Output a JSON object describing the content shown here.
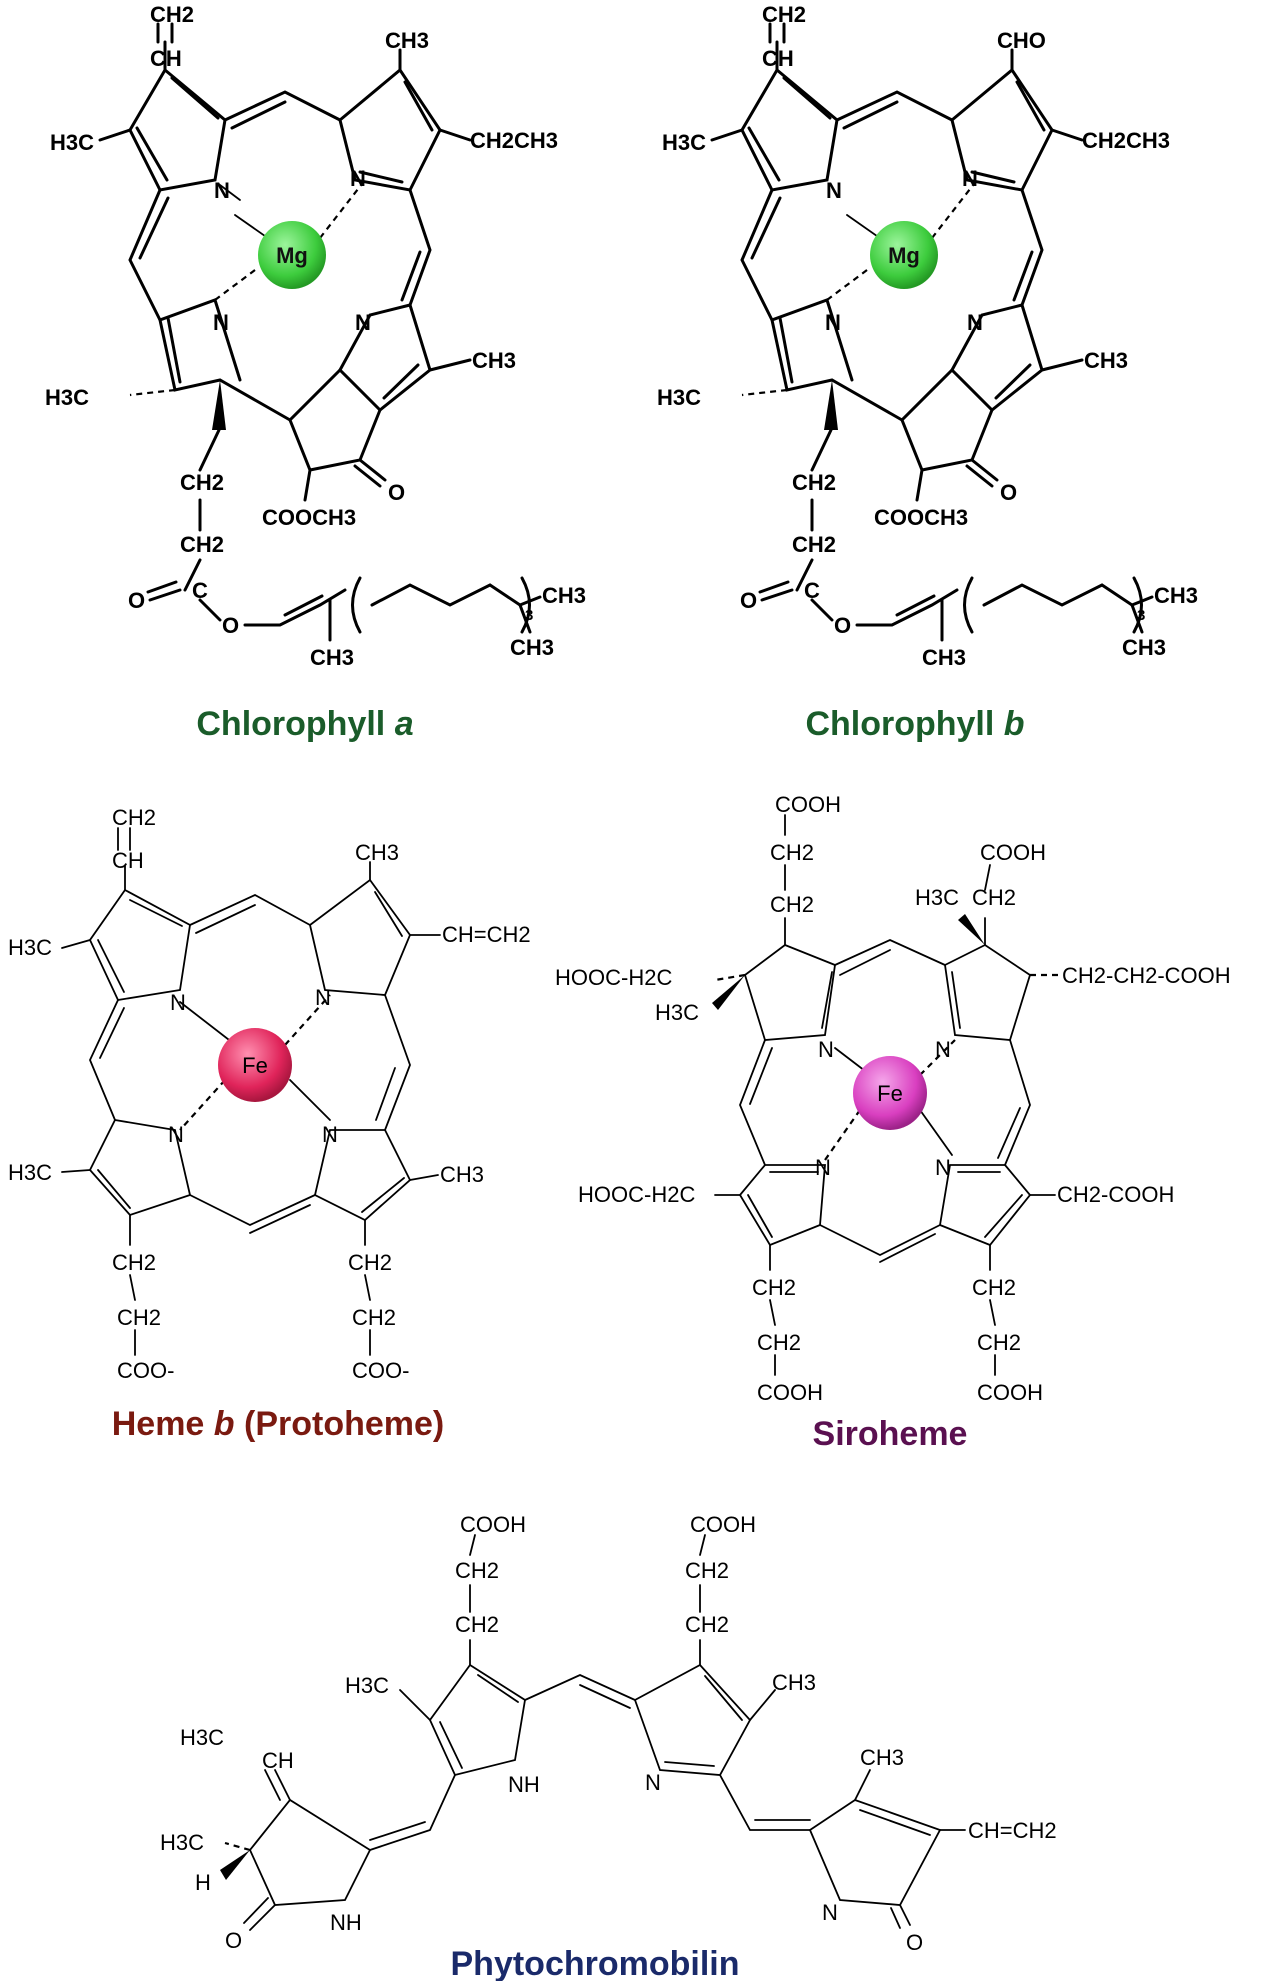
{
  "panels": {
    "chl_a": {
      "caption_main": "Chlorophyll ",
      "caption_italic": "a",
      "caption_color": "#1a5c2a",
      "metal": "Mg",
      "metal_color": "#3dcc3d",
      "labels": {
        "vinyl_top": "CH2",
        "vinyl_ch": "CH",
        "me_left": "H3C",
        "me_top_right": "CH3",
        "ethyl": "CH2CH3",
        "n1": "N",
        "n2": "N",
        "n3": "N",
        "n4": "N",
        "me_right_low": "CH3",
        "me_left_low": "H3C",
        "ketone_o": "O",
        "ester": "COOCH3",
        "ch2_a": "CH2",
        "ch2_b": "CH2",
        "c_ester": "C",
        "o_carbonyl": "O",
        "o_ester": "O",
        "phytyl_me": "CH3",
        "phytyl_end1": "CH3",
        "phytyl_end2": "CH3",
        "repeat": "3"
      }
    },
    "chl_b": {
      "caption_main": "Chlorophyll ",
      "caption_italic": "b",
      "caption_color": "#1a5c2a",
      "metal": "Mg",
      "metal_color": "#3dcc3d",
      "labels": {
        "vinyl_top": "CH2",
        "vinyl_ch": "CH",
        "me_left": "H3C",
        "cho": "CHO",
        "ethyl": "CH2CH3",
        "n1": "N",
        "n2": "N",
        "n3": "N",
        "n4": "N",
        "me_right_low": "CH3",
        "me_left_low": "H3C",
        "ketone_o": "O",
        "ester": "COOCH3",
        "ch2_a": "CH2",
        "ch2_b": "CH2",
        "c_ester": "C",
        "o_carbonyl": "O",
        "o_ester": "O",
        "phytyl_me": "CH3",
        "phytyl_end1": "CH3",
        "phytyl_end2": "CH3",
        "repeat": "3"
      }
    },
    "heme_b": {
      "caption_main": "Heme ",
      "caption_italic": "b",
      "caption_rest": " (Protoheme)",
      "caption_color": "#7a1a10",
      "metal": "Fe",
      "metal_color": "#e0245a",
      "labels": {
        "vinyl_top": "CH2",
        "vinyl_ch": "CH",
        "me_top_right": "CH3",
        "vinyl_right": "CH=CH2",
        "me_left": "H3C",
        "me_left_low": "H3C",
        "me_right_low": "CH3",
        "n1": "N",
        "n2": "N",
        "n3": "N",
        "n4": "N",
        "ch2_l1": "CH2",
        "ch2_l2": "CH2",
        "coo_l": "COO-",
        "ch2_r1": "CH2",
        "ch2_r2": "CH2",
        "coo_r": "COO-"
      }
    },
    "siroheme": {
      "caption_main": "Siroheme",
      "caption_color": "#5a1050",
      "metal": "Fe",
      "metal_color": "#d93fc0",
      "labels": {
        "cooh_top": "COOH",
        "ch2_t1": "CH2",
        "ch2_t2": "CH2",
        "cooh_tr": "COOH",
        "me_tr": "H3C",
        "ch2_tr": "CH2",
        "left_chain": "HOOC-H2C",
        "me_l": "H3C",
        "right_chain": "CH2-CH2-COOH",
        "left_low_chain": "HOOC-H2C",
        "right_low_chain": "CH2-COOH",
        "n1": "N",
        "n2": "N",
        "n3": "N",
        "n4": "N",
        "ch2_bl1": "CH2",
        "ch2_bl2": "CH2",
        "cooh_bl": "COOH",
        "ch2_br1": "CH2",
        "ch2_br2": "CH2",
        "cooh_br": "COOH"
      }
    },
    "phyto": {
      "caption_main": "Phytochromobilin",
      "caption_color": "#1a2a6a",
      "labels": {
        "cooh_l": "COOH",
        "ch2_l1": "CH2",
        "ch2_l2": "CH2",
        "cooh_r": "COOH",
        "ch2_r1": "CH2",
        "ch2_r2": "CH2",
        "me_l": "H3C",
        "me_r": "CH3",
        "nh_mid": "NH",
        "n_mid": "N",
        "ethylidene_me": "H3C",
        "ethylidene_ch": "CH",
        "me_a": "H3C",
        "h_a": "H",
        "nh_a": "NH",
        "o_a": "O",
        "me_d": "CH3",
        "vinyl_d": "CH=CH2",
        "n_d": "N",
        "o_d": "O"
      }
    }
  }
}
